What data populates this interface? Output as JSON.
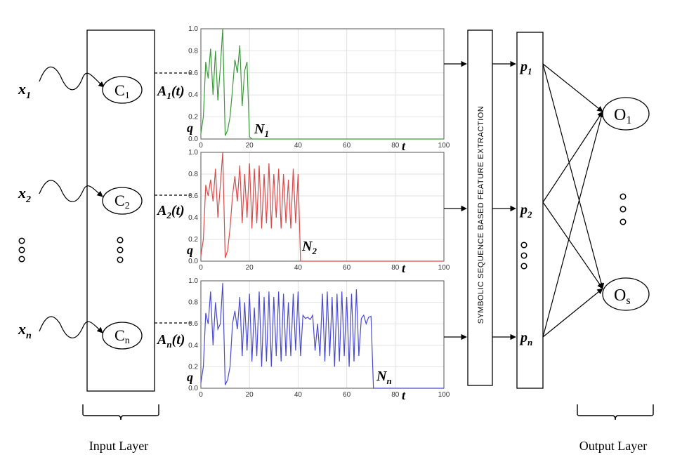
{
  "inputs": [
    {
      "x_base": "x",
      "x_sub": "1",
      "c_base": "C",
      "c_sub": "1",
      "a_base": "A",
      "a_sub": "1",
      "a_suffix": "(t)",
      "n_base": "N",
      "n_sub": "1"
    },
    {
      "x_base": "x",
      "x_sub": "2",
      "c_base": "C",
      "c_sub": "2",
      "a_base": "A",
      "a_sub": "2",
      "a_suffix": "(t)",
      "n_base": "N",
      "n_sub": "2"
    },
    {
      "x_base": "x",
      "x_sub": "n",
      "c_base": "C",
      "c_sub": "n",
      "a_base": "A",
      "a_sub": "n",
      "a_suffix": "(t)",
      "n_base": "N",
      "n_sub": "n"
    }
  ],
  "features": [
    {
      "base": "p",
      "sub": "1"
    },
    {
      "base": "p",
      "sub": "2"
    },
    {
      "base": "p",
      "sub": "n"
    }
  ],
  "outputs": [
    {
      "base": "O",
      "sub": "1"
    },
    {
      "base": "O",
      "sub": "s"
    }
  ],
  "labels": {
    "input_layer": "Input Layer",
    "output_layer": "Output Layer",
    "feature_extraction": "SYMBOLIC SEQUENCE BASED FEATURE EXTRACTION",
    "y_axis": "q",
    "x_axis": "t"
  },
  "colors": {
    "plot1": "#3a9a3a",
    "plot2": "#d94a4a",
    "plot3": "#4a4ad0",
    "lines": "#000000",
    "grid": "#e2e2e2"
  },
  "chart_data": [
    {
      "type": "line",
      "series": [
        {
          "name": "A1(t)",
          "x": [
            0,
            1,
            2,
            3,
            4,
            5,
            6,
            7,
            8,
            9,
            10,
            11,
            12,
            13,
            14,
            15,
            16,
            17,
            18,
            19,
            20,
            21,
            22,
            23,
            24,
            25,
            26,
            27,
            28,
            29,
            30,
            31,
            32,
            33,
            34,
            35,
            36,
            37,
            38,
            39,
            40,
            41,
            42,
            43,
            44,
            45,
            46,
            47,
            48,
            49,
            50,
            51,
            52,
            53,
            54,
            55,
            56,
            57,
            58,
            59,
            60,
            61,
            62,
            63,
            64,
            65,
            66,
            67,
            68,
            69,
            70,
            71,
            72,
            73,
            74,
            75,
            76,
            77,
            78,
            79,
            80,
            81,
            82,
            83,
            84,
            85,
            86,
            87,
            88,
            89,
            90,
            91,
            92,
            93,
            94,
            95,
            96,
            97,
            98,
            99,
            100
          ],
          "values": [
            0.05,
            0.2,
            0.7,
            0.55,
            0.82,
            0.4,
            0.8,
            0.35,
            0.65,
            1.0,
            0.03,
            0.08,
            0.2,
            0.45,
            0.72,
            0.6,
            0.85,
            0.3,
            0.62,
            0.7,
            0.02,
            0.0,
            0,
            0,
            0,
            0,
            0,
            0,
            0,
            0,
            0,
            0,
            0,
            0,
            0,
            0,
            0,
            0,
            0,
            0,
            0,
            0,
            0,
            0,
            0,
            0,
            0,
            0,
            0,
            0,
            0,
            0,
            0,
            0,
            0,
            0,
            0,
            0,
            0,
            0,
            0,
            0,
            0,
            0,
            0,
            0,
            0,
            0,
            0,
            0,
            0,
            0,
            0,
            0,
            0,
            0,
            0,
            0,
            0,
            0,
            0,
            0,
            0,
            0,
            0,
            0,
            0,
            0,
            0,
            0,
            0,
            0,
            0,
            0,
            0,
            0,
            0,
            0,
            0,
            0,
            0
          ]
        }
      ],
      "xlim": [
        0,
        100
      ],
      "ylim": [
        0,
        1.0
      ],
      "xticks": [
        0,
        20,
        40,
        60,
        80,
        100
      ],
      "yticks": [
        0.0,
        0.2,
        0.4,
        0.6,
        0.8,
        1.0
      ],
      "grid": true
    },
    {
      "type": "line",
      "series": [
        {
          "name": "A2(t)",
          "x": [
            0,
            1,
            2,
            3,
            4,
            5,
            6,
            7,
            8,
            9,
            10,
            11,
            12,
            13,
            14,
            15,
            16,
            17,
            18,
            19,
            20,
            21,
            22,
            23,
            24,
            25,
            26,
            27,
            28,
            29,
            30,
            31,
            32,
            33,
            34,
            35,
            36,
            37,
            38,
            39,
            40,
            41,
            42,
            43,
            44,
            45,
            46,
            47,
            48,
            49,
            50,
            51,
            52,
            53,
            54,
            55,
            56,
            57,
            58,
            59,
            60,
            61,
            62,
            63,
            64,
            65,
            66,
            67,
            68,
            69,
            70,
            71,
            72,
            73,
            74,
            75,
            76,
            77,
            78,
            79,
            80,
            81,
            82,
            83,
            84,
            85,
            86,
            87,
            88,
            89,
            90,
            91,
            92,
            93,
            94,
            95,
            96,
            97,
            98,
            99,
            100
          ],
          "values": [
            0.05,
            0.2,
            0.7,
            0.6,
            0.75,
            0.55,
            0.85,
            0.4,
            0.7,
            1.0,
            0.03,
            0.1,
            0.3,
            0.6,
            0.78,
            0.55,
            0.88,
            0.35,
            0.8,
            0.4,
            0.9,
            0.3,
            0.85,
            0.35,
            0.88,
            0.3,
            0.8,
            0.35,
            0.9,
            0.3,
            0.8,
            0.4,
            0.85,
            0.3,
            0.8,
            0.35,
            0.75,
            0.3,
            0.85,
            0.35,
            0.8,
            0.0,
            0,
            0,
            0,
            0,
            0,
            0,
            0,
            0,
            0,
            0,
            0,
            0,
            0,
            0,
            0,
            0,
            0,
            0,
            0,
            0,
            0,
            0,
            0,
            0,
            0,
            0,
            0,
            0,
            0,
            0,
            0,
            0,
            0,
            0,
            0,
            0,
            0,
            0,
            0,
            0,
            0,
            0,
            0,
            0,
            0,
            0,
            0,
            0,
            0,
            0,
            0,
            0,
            0,
            0,
            0,
            0,
            0,
            0,
            0
          ]
        }
      ],
      "xlim": [
        0,
        100
      ],
      "ylim": [
        0,
        1.0
      ],
      "xticks": [
        0,
        20,
        40,
        60,
        80,
        100
      ],
      "yticks": [
        0.0,
        0.2,
        0.4,
        0.6,
        0.8,
        1.0
      ],
      "grid": true
    },
    {
      "type": "line",
      "series": [
        {
          "name": "An(t)",
          "x": [
            0,
            1,
            2,
            3,
            4,
            5,
            6,
            7,
            8,
            9,
            10,
            11,
            12,
            13,
            14,
            15,
            16,
            17,
            18,
            19,
            20,
            21,
            22,
            23,
            24,
            25,
            26,
            27,
            28,
            29,
            30,
            31,
            32,
            33,
            34,
            35,
            36,
            37,
            38,
            39,
            40,
            41,
            42,
            43,
            44,
            45,
            46,
            47,
            48,
            49,
            50,
            51,
            52,
            53,
            54,
            55,
            56,
            57,
            58,
            59,
            60,
            61,
            62,
            63,
            64,
            65,
            66,
            67,
            68,
            69,
            70,
            71,
            72,
            73,
            74,
            75,
            76,
            77,
            78,
            79,
            80,
            81,
            82,
            83,
            84,
            85,
            86,
            87,
            88,
            89,
            90,
            91,
            92,
            93,
            94,
            95,
            96,
            97,
            98,
            99,
            100
          ],
          "values": [
            0.05,
            0.2,
            0.7,
            0.6,
            0.9,
            0.4,
            0.8,
            0.55,
            0.6,
            0.98,
            0.03,
            0.08,
            0.2,
            0.6,
            0.72,
            0.55,
            0.85,
            0.3,
            0.8,
            0.35,
            0.88,
            0.25,
            0.75,
            0.3,
            0.9,
            0.2,
            0.85,
            0.25,
            0.9,
            0.2,
            0.85,
            0.3,
            0.9,
            0.25,
            0.88,
            0.3,
            0.8,
            0.3,
            0.88,
            0.35,
            0.9,
            0.3,
            0.68,
            0.65,
            0.66,
            0.64,
            0.68,
            0.35,
            0.6,
            0.3,
            0.88,
            0.25,
            0.9,
            0.3,
            0.85,
            0.2,
            0.88,
            0.25,
            0.9,
            0.3,
            0.85,
            0.2,
            0.88,
            0.25,
            0.92,
            0.3,
            0.65,
            0.68,
            0.6,
            0.66,
            0.67,
            0.0,
            0,
            0,
            0,
            0,
            0,
            0,
            0,
            0,
            0,
            0,
            0,
            0,
            0,
            0,
            0,
            0,
            0,
            0,
            0,
            0,
            0,
            0,
            0,
            0,
            0,
            0,
            0,
            0,
            0
          ]
        }
      ],
      "xlim": [
        0,
        100
      ],
      "ylim": [
        0,
        1.0
      ],
      "xticks": [
        0,
        20,
        40,
        60,
        80,
        100
      ],
      "yticks": [
        0.0,
        0.2,
        0.4,
        0.6,
        0.8,
        1.0
      ],
      "grid": true
    }
  ]
}
